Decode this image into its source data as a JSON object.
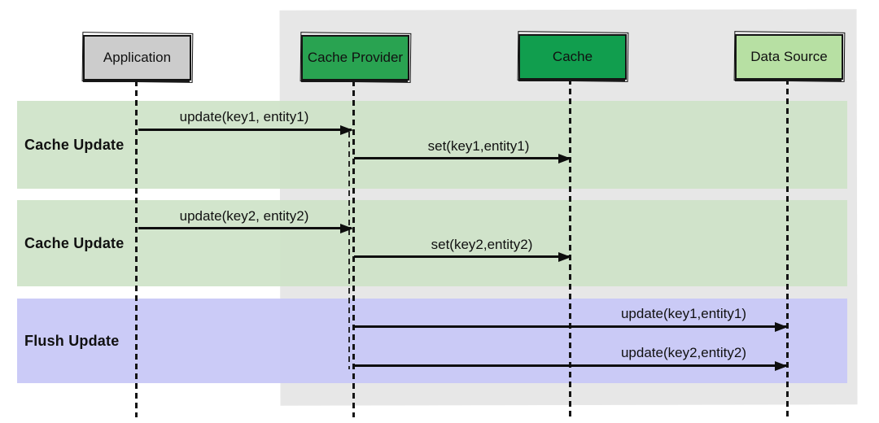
{
  "diagram": {
    "type": "sequence-diagram",
    "colors": {
      "backdrop": "#e7e7e7",
      "band_green": "#d5e8d4",
      "band_purple": "#ccccff",
      "actor_application_fill": "#cccccc",
      "actor_cache_provider_fill": "#29a351",
      "actor_cache_fill": "#119e4e",
      "actor_data_source_fill": "#b7e0a3",
      "stroke": "#141414"
    },
    "actors": [
      {
        "label": "Application"
      },
      {
        "label": "Cache Provider"
      },
      {
        "label": "Cache"
      },
      {
        "label": "Data Source"
      }
    ],
    "bands": [
      {
        "label": "Cache Update",
        "color": "#d5e8d4"
      },
      {
        "label": "Cache Update",
        "color": "#d5e8d4"
      },
      {
        "label": "Flush Update",
        "color": "#ccccff"
      }
    ],
    "messages": [
      {
        "label": "update(key1, entity1)",
        "from": "Application",
        "to": "Cache Provider",
        "band": "Cache Update"
      },
      {
        "label": "set(key1,entity1)",
        "from": "Cache Provider",
        "to": "Cache",
        "band": "Cache Update"
      },
      {
        "label": "update(key2, entity2)",
        "from": "Application",
        "to": "Cache Provider",
        "band": "Cache Update"
      },
      {
        "label": "set(key2,entity2)",
        "from": "Cache Provider",
        "to": "Cache",
        "band": "Cache Update"
      },
      {
        "label": "update(key1,entity1)",
        "from": "Cache Provider",
        "to": "Data Source",
        "band": "Flush Update"
      },
      {
        "label": "update(key2,entity2)",
        "from": "Cache Provider",
        "to": "Data Source",
        "band": "Flush Update"
      }
    ]
  }
}
